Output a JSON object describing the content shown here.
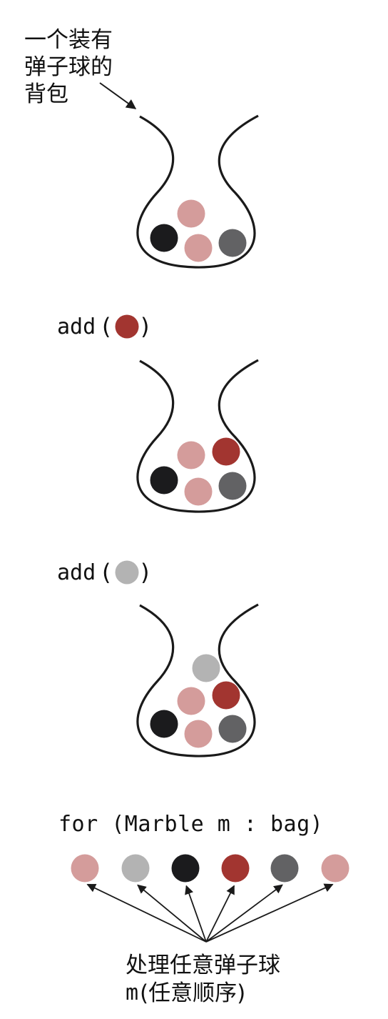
{
  "colors": {
    "black": "#1b1b1d",
    "pink": "#d49c9b",
    "dark_gray": "#626264",
    "red": "#a23530",
    "light_gray": "#b3b3b3",
    "stroke": "#1a1a1a"
  },
  "bag_label": [
    "一个装有",
    "弹子球的",
    "背包"
  ],
  "steps": [
    {
      "op": "add",
      "paren_open": "(",
      "paren_close": ")",
      "marble": "red"
    },
    {
      "op": "add",
      "paren_open": "(",
      "paren_close": ")",
      "marble": "light_gray"
    }
  ],
  "bags": [
    {
      "marbles": [
        "pink",
        "black",
        "pink",
        "dark_gray"
      ]
    },
    {
      "marbles": [
        "pink",
        "red",
        "black",
        "pink",
        "dark_gray"
      ]
    },
    {
      "marbles": [
        "light_gray",
        "pink",
        "red",
        "black",
        "pink",
        "dark_gray"
      ]
    }
  ],
  "loop_code": "for (Marble m : bag)",
  "iteration_marbles": [
    "pink",
    "light_gray",
    "black",
    "red",
    "dark_gray",
    "pink"
  ],
  "process_caption": {
    "line1": "处理任意弹子球",
    "line2_var": "m",
    "line2_note": "(任意顺序)"
  }
}
